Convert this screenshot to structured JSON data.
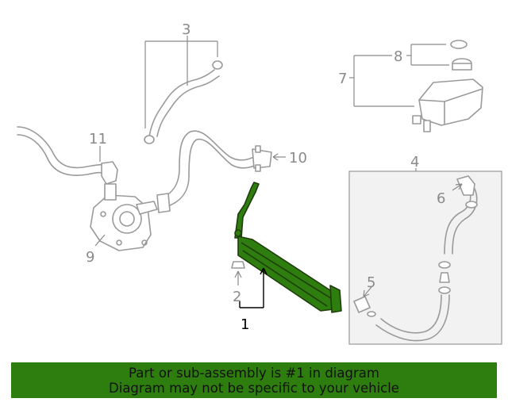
{
  "diagram": {
    "callouts": {
      "c1": "1",
      "c2": "2",
      "c3": "3",
      "c4": "4",
      "c5": "5",
      "c6": "6",
      "c7": "7",
      "c8": "8",
      "c9": "9",
      "c10": "10",
      "c11": "11"
    },
    "highlighted_part": "1",
    "colors": {
      "highlight": "#2e7d0f",
      "linework": "#9a9a9a",
      "banner": "#2e7d0f"
    }
  },
  "banner": {
    "line1": "Part or sub-assembly is #1 in diagram",
    "line2": "Diagram may not be specific to your vehicle"
  }
}
